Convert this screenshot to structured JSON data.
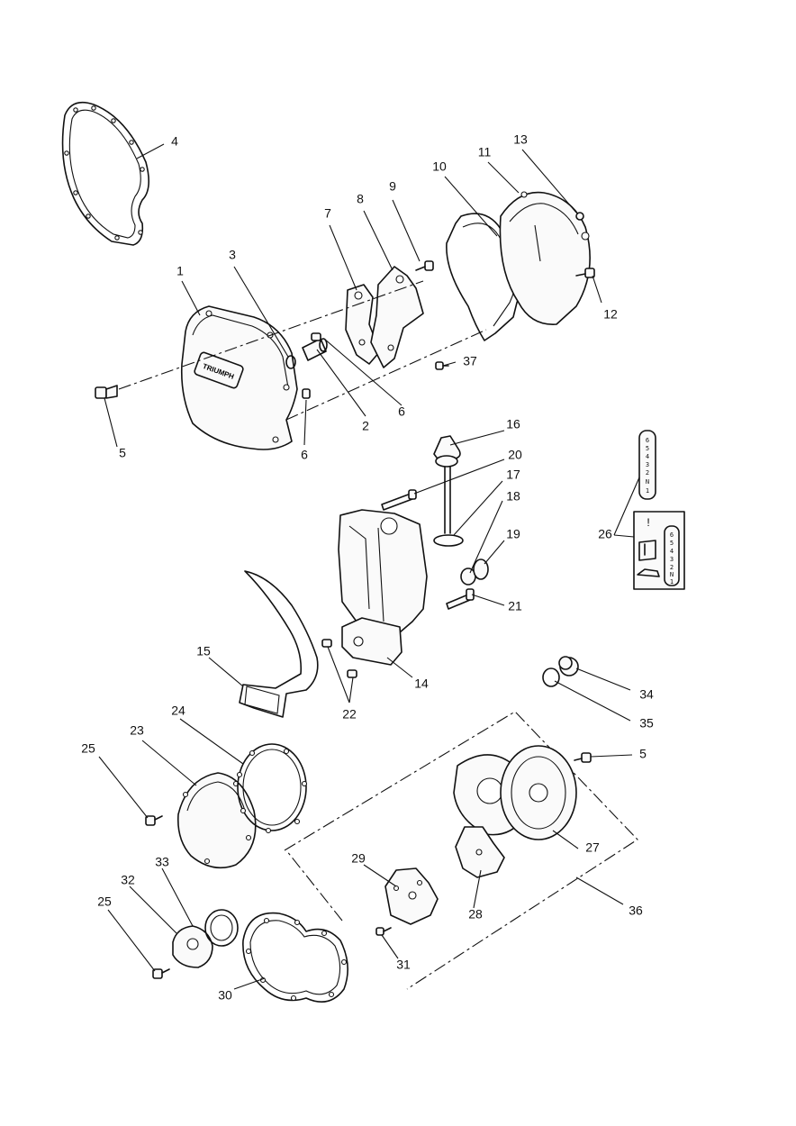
{
  "callouts": [
    {
      "num": "1"
    },
    {
      "num": "2"
    },
    {
      "num": "3"
    },
    {
      "num": "4"
    },
    {
      "num": "5"
    },
    {
      "num": "6"
    },
    {
      "num": "6"
    },
    {
      "num": "7"
    },
    {
      "num": "8"
    },
    {
      "num": "9"
    },
    {
      "num": "10"
    },
    {
      "num": "11"
    },
    {
      "num": "12"
    },
    {
      "num": "13"
    },
    {
      "num": "14"
    },
    {
      "num": "15"
    },
    {
      "num": "16"
    },
    {
      "num": "17"
    },
    {
      "num": "18"
    },
    {
      "num": "19"
    },
    {
      "num": "20"
    },
    {
      "num": "21"
    },
    {
      "num": "22"
    },
    {
      "num": "23"
    },
    {
      "num": "24"
    },
    {
      "num": "25"
    },
    {
      "num": "25"
    },
    {
      "num": "26"
    },
    {
      "num": "27"
    },
    {
      "num": "28"
    },
    {
      "num": "29"
    },
    {
      "num": "30"
    },
    {
      "num": "31"
    },
    {
      "num": "32"
    },
    {
      "num": "33"
    },
    {
      "num": "34"
    },
    {
      "num": "35"
    },
    {
      "num": "36"
    },
    {
      "num": "37"
    },
    {
      "num": "5"
    }
  ],
  "cover_logo": "TRIUMPH",
  "gear_indicator": [
    "6",
    "5",
    "4",
    "3",
    "2",
    "N",
    "1"
  ],
  "decal_symbol": "!",
  "colors": {
    "line": "#111111",
    "background": "#ffffff"
  }
}
